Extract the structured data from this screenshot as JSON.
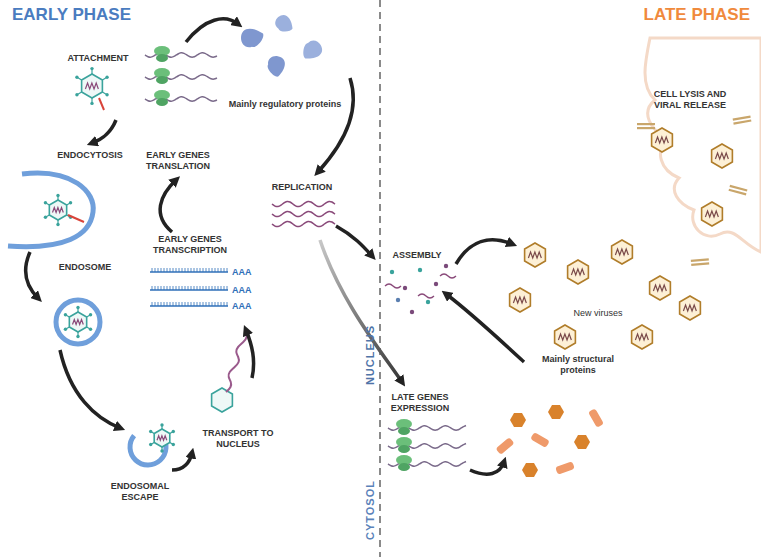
{
  "diagram": {
    "nodes": [
      {
        "text": [
          "CYTOSOL"
        ]
      },
      {
        "text": [
          "NUCLEUS"
        ],
        "in": 0
      }
    ],
    "labels": [
      "EARLY PHASE",
      "LATE PHASE",
      "ATTACHMENT",
      "ENDOCYTOSIS",
      "ENDOSOME",
      "ENDOSOMAL ESCAPE",
      "TRANSPORT TO NUCLEUS",
      "EARLY GENES TRANSCRIPTION",
      "AAA",
      "AAA",
      "AAA",
      "EARLY GENES TRANSLATION",
      "Mainly regulatory proteins",
      "REPLICATION",
      "ASSEMBLY",
      "New viruses",
      "CELL LYSIS AND VIRAL RELEASE",
      "Mainly structural proteins",
      "LATE GENES EXPRESSION"
    ]
  }
}
